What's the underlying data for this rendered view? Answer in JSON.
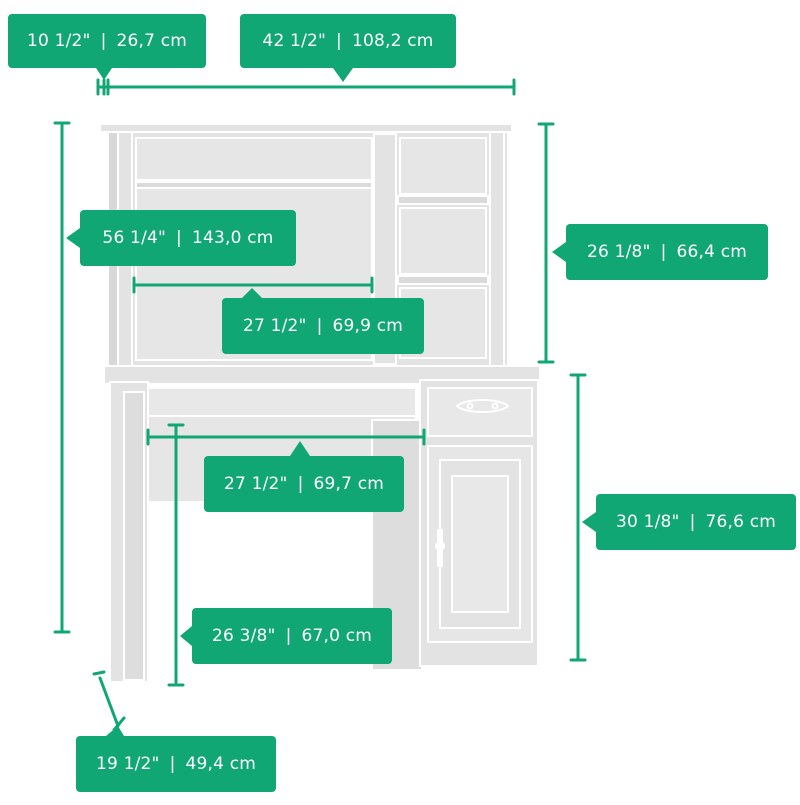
{
  "colors": {
    "accent": "#10a774",
    "furniture_fill": "#e3e3e3",
    "furniture_stroke": "#ffffff",
    "furniture_shadow": "#d2d2d2"
  },
  "dimensions": {
    "depth_hutch": {
      "inch": "10 1/2\"",
      "cm": "26,7 cm"
    },
    "width_total": {
      "inch": "42 1/2\"",
      "cm": "108,2 cm"
    },
    "height_total": {
      "inch": "56 1/4\"",
      "cm": "143,0 cm"
    },
    "hutch_opening_width": {
      "inch": "27 1/2\"",
      "cm": "69,9 cm"
    },
    "hutch_height": {
      "inch": "26 1/8\"",
      "cm": "66,4 cm"
    },
    "desk_opening_width": {
      "inch": "27 1/2\"",
      "cm": "69,7 cm"
    },
    "desk_height": {
      "inch": "30 1/8\"",
      "cm": "76,6 cm"
    },
    "knee_height": {
      "inch": "26 3/8\"",
      "cm": "67,0 cm"
    },
    "depth_desk": {
      "inch": "19 1/2\"",
      "cm": "49,4 cm"
    }
  },
  "separator": "|"
}
